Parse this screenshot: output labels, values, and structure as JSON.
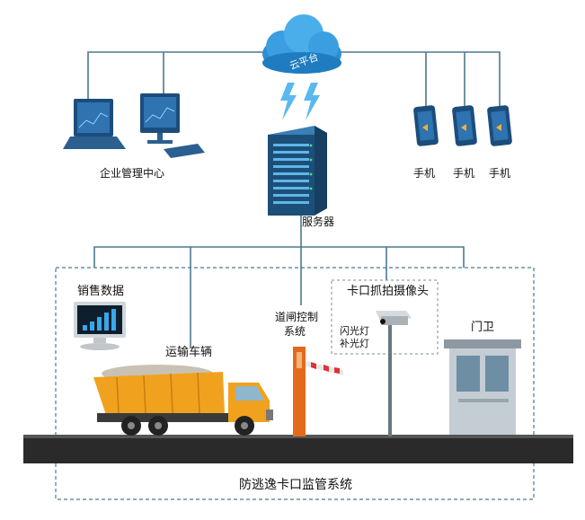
{
  "nodes": {
    "cloud": "云平台",
    "enterprise": "企业管理中心",
    "phones": [
      "手机",
      "手机",
      "手机"
    ],
    "server": "服务器",
    "sales": "销售数据",
    "truck": "运输车辆",
    "barrier_line1": "道闸控制",
    "barrier_line2": "系统",
    "camera": "卡口抓拍摄像头",
    "flash_light": "闪光灯",
    "fill_light": "补光灯",
    "guard": "门卫",
    "system": "防逃逸卡口监管系统"
  },
  "colors": {
    "line": "#4a7a91",
    "cloud": "#2b8ed1",
    "server": "#1f5a86",
    "truck": "#f0a21f",
    "road": "#2a2a2a",
    "barrier": "#e36a1c",
    "guard_house": "#b9c4cc"
  },
  "icons": {
    "cloud": "cloud-icon",
    "server": "server-rack-icon",
    "laptop": "laptop-icon",
    "desktop": "desktop-icon",
    "phone": "smartphone-icon",
    "sales": "bar-chart-monitor-icon",
    "truck": "dump-truck-icon",
    "barrier": "barrier-gate-icon",
    "camera": "cctv-camera-icon",
    "guard": "guard-booth-icon"
  }
}
